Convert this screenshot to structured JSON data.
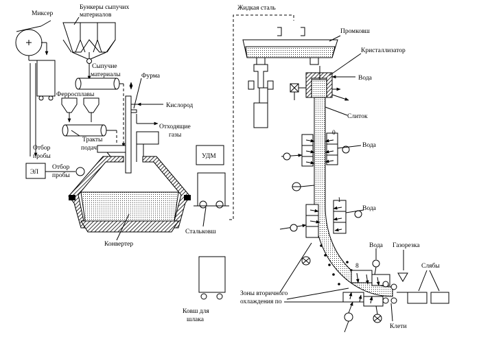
{
  "labels": {
    "mixer": "Миксер",
    "bunkers_1": "Бункеры сыпучих",
    "bunkers_2": "материалов",
    "bulk_1": "Сыпучие",
    "bulk_2": "материалы",
    "lance": "Фурма",
    "ferroalloys": "Ферросплавы",
    "oxygen": "Кислород",
    "offgas_1": "Отходящие",
    "offgas_2": "газы",
    "feed_1": "Тракты",
    "feed_2": "подачи",
    "sample_1_a": "Отбор",
    "sample_1_b": "пробы",
    "sample_2_a": "Отбор",
    "sample_2_b": "пробы",
    "el": "ЭЛ",
    "udm": "УДМ",
    "converter": "Конвертер",
    "steel_ladles": "Стальковш",
    "slag_ladles_1": "Ковш для",
    "slag_ladles_2": "шлака",
    "liquid_steel": "Жидкая сталь",
    "tundish": "Промковш",
    "crystallizer": "Кристаллизатор",
    "water_1": "Вода",
    "ingot": "Слиток",
    "zero": "0",
    "water_2": "Вода",
    "one": "1",
    "water_3": "Вода",
    "water_4": "Вода",
    "gas_cutter": "Газорезка",
    "eight": "8",
    "slabs": "Слябы",
    "secondary_1": "Зоны вторичного",
    "secondary_2": "охлаждения по",
    "stands": "Клети"
  },
  "icons": [
    "mixer-icon",
    "valve-icon",
    "pump-icon",
    "spray-nozzle-icon",
    "cutter-arrow-icon"
  ]
}
